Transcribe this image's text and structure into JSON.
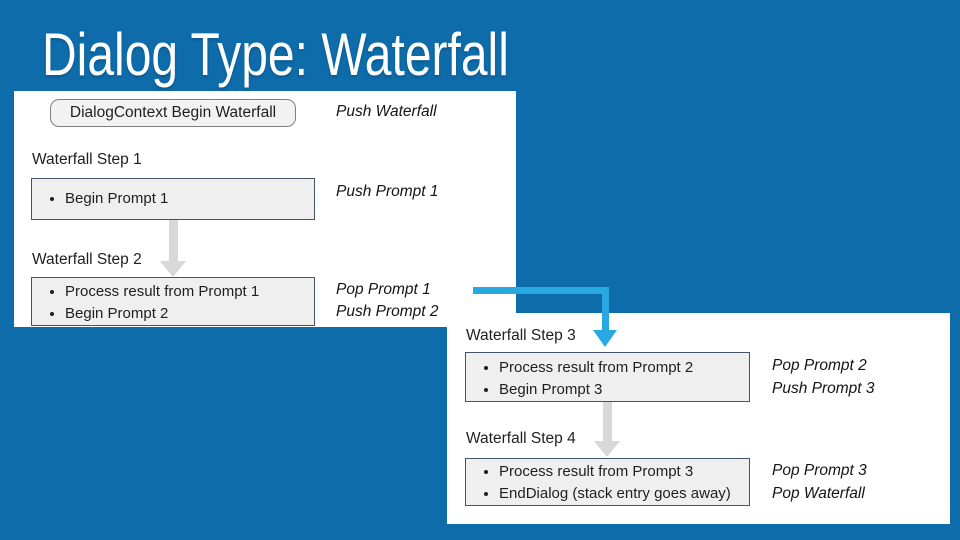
{
  "slide": {
    "title": "Dialog Type: Waterfall"
  },
  "colors": {
    "background": "#0E6CAA",
    "panel": "#FFFFFF",
    "connector_blue": "#29A9E2",
    "arrow_gray": "#D8D8D8",
    "box_fill": "#EFEFEF",
    "box_border": "#44546A",
    "button_fill": "#F2F2F2",
    "button_border": "#7F7F7F",
    "text": "#1F1F1F"
  },
  "panel1": {
    "start_button": "DialogContext Begin Waterfall",
    "button_annotation": "Push Waterfall",
    "steps": [
      {
        "label": "Waterfall Step 1",
        "bullets": [
          "Begin Prompt 1"
        ],
        "annotations": [
          "Push Prompt 1"
        ]
      },
      {
        "label": "Waterfall Step 2",
        "bullets": [
          "Process result from Prompt 1",
          "Begin Prompt 2"
        ],
        "annotations": [
          "Pop Prompt 1",
          "Push Prompt 2"
        ]
      }
    ]
  },
  "panel2": {
    "steps": [
      {
        "label": "Waterfall Step 3",
        "bullets": [
          "Process result from Prompt 2",
          "Begin Prompt 3"
        ],
        "annotations": [
          "Pop Prompt 2",
          "Push Prompt 3"
        ]
      },
      {
        "label": "Waterfall Step 4",
        "bullets": [
          "Process result from Prompt 3",
          "EndDialog (stack entry goes away)"
        ],
        "annotations": [
          "Pop Prompt 3",
          "Pop Waterfall"
        ]
      }
    ]
  }
}
